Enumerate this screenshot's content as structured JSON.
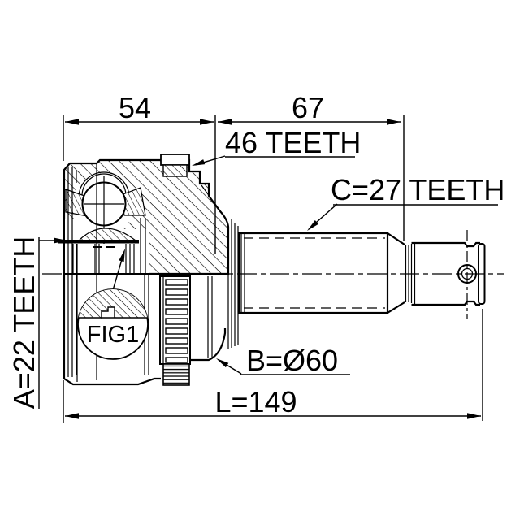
{
  "diagram": {
    "title_hint": "cv-joint-outline-drawing",
    "background": "#ffffff",
    "line_color": "#000000",
    "labels": {
      "dim_housing_width": "54",
      "dim_shaft_length": "67",
      "abs_ring_teeth": "46 TEETH",
      "outer_spline_teeth": "C=27 TEETH",
      "inner_spline_teeth": "A=22 TEETH",
      "detail_reference": "FIG1",
      "abs_ring_diameter": "B=Ø60",
      "overall_length": "L=149"
    }
  }
}
